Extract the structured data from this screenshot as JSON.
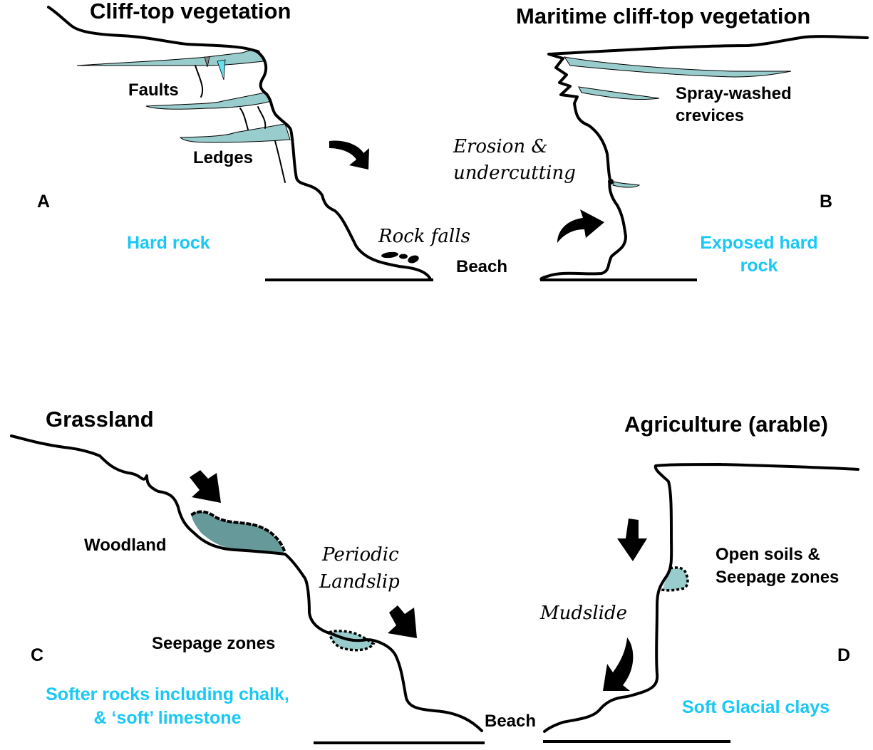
{
  "colors": {
    "rock_label": "#19C8F5",
    "ledge_fill": "#99CCCC",
    "woodland_fill": "#669999",
    "seepage_fill": "#99CCCC",
    "line": "#000000"
  },
  "panels": {
    "A": {
      "letter": "A",
      "title": "Cliff-top vegetation",
      "labels": {
        "faults": "Faults",
        "ledges": "Ledges"
      },
      "process": "Rock falls",
      "rock_type": "Hard rock"
    },
    "B": {
      "letter": "B",
      "title": "Maritime cliff-top vegetation",
      "labels": {
        "crevices_line1": "Spray-washed",
        "crevices_line2": "crevices"
      },
      "process_line1": "Erosion &",
      "process_line2": "undercutting",
      "rock_type_line1": "Exposed hard",
      "rock_type_line2": "rock"
    },
    "AB": {
      "beach": "Beach"
    },
    "C": {
      "letter": "C",
      "title": "Grassland",
      "labels": {
        "woodland": "Woodland",
        "seepage": "Seepage zones"
      },
      "process_line1": "Periodic",
      "process_line2": "Landslip",
      "rock_type_line1": "Softer rocks including chalk,",
      "rock_type_line2": "& ‘soft’  limestone"
    },
    "D": {
      "letter": "D",
      "title": "Agriculture (arable)",
      "labels": {
        "open_soils_line1": "Open soils &",
        "open_soils_line2": "Seepage zones"
      },
      "process": "Mudslide",
      "rock_type": "Soft Glacial clays"
    },
    "CD": {
      "beach": "Beach"
    }
  }
}
